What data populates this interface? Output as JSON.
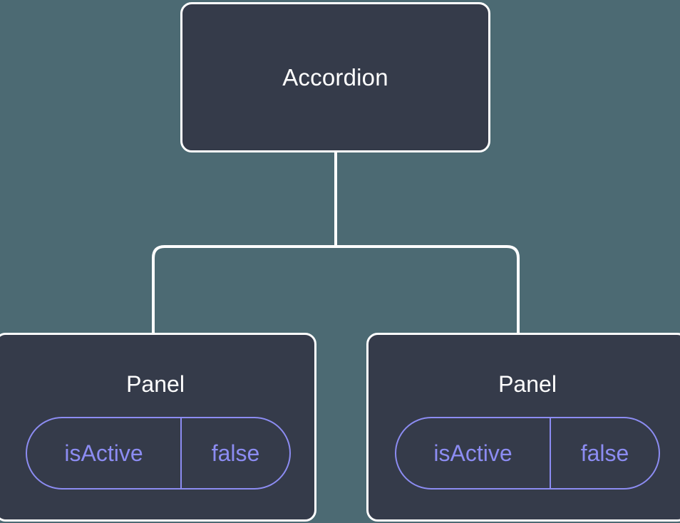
{
  "canvas": {
    "background_color": "#4c6a73",
    "node_fill_color": "#353b4a",
    "node_stroke_color": "#ffffff",
    "accent_color": "#8c8cf2",
    "edge_color": "#ffffff"
  },
  "tree": {
    "root": {
      "title": "Accordion"
    },
    "children": [
      {
        "title": "Panel",
        "props": [
          {
            "key": "isActive",
            "value": "false"
          }
        ]
      },
      {
        "title": "Panel",
        "props": [
          {
            "key": "isActive",
            "value": "false"
          }
        ]
      }
    ]
  }
}
